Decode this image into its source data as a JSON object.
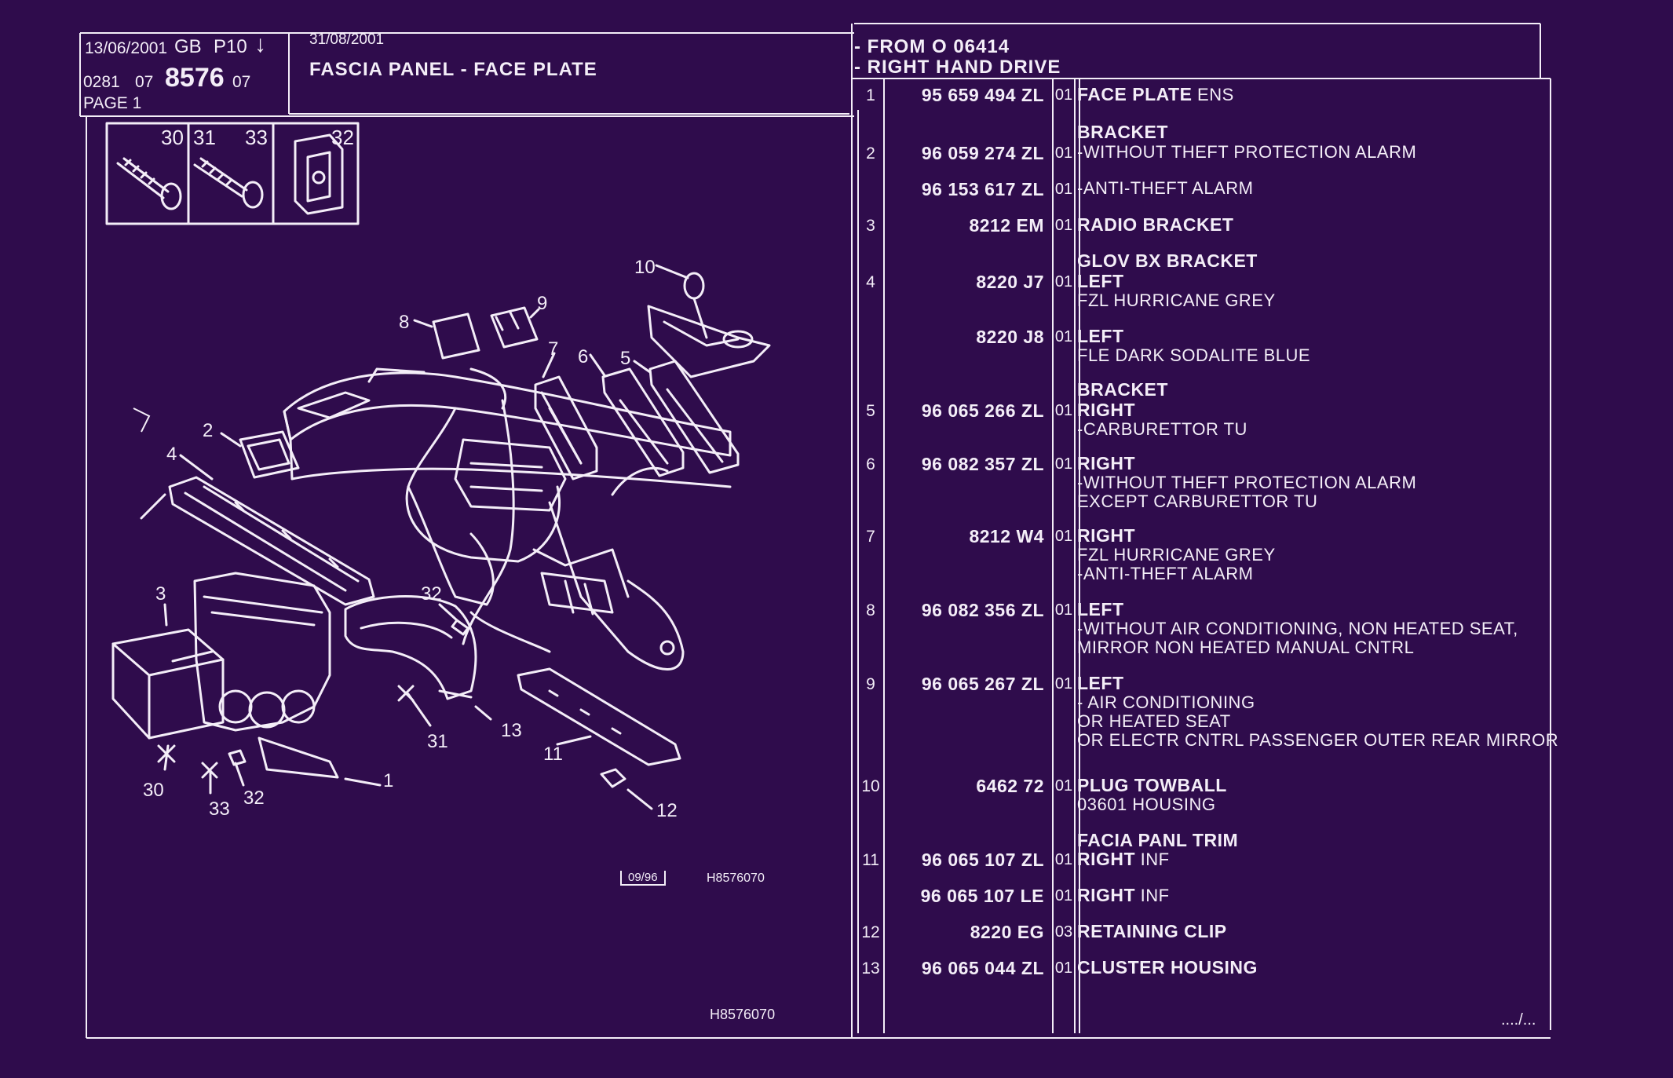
{
  "header": {
    "date_left": "13/06/2001",
    "lang": "GB",
    "model": "P10",
    "catalog_prefix": "0281",
    "catalog_a": "07",
    "catalog_main": "8576",
    "catalog_b": "07",
    "page": "PAGE 1",
    "date_right": "31/08/2001",
    "title": "FASCIA PANEL - FACE PLATE",
    "from_line": "- FROM O 06414",
    "drive_line": "- RIGHT HAND DRIVE"
  },
  "diagram": {
    "screw_box_labels": [
      "30",
      "31",
      "33",
      "32"
    ],
    "callouts": [
      "1",
      "2",
      "3",
      "4",
      "5",
      "6",
      "7",
      "8",
      "9",
      "10",
      "11",
      "12",
      "13",
      "30",
      "31",
      "32",
      "32",
      "33"
    ],
    "stamp": "09/96",
    "code_inline": "H8576070",
    "code_bottom": "H8576070"
  },
  "parts": [
    {
      "no": "1",
      "ref": "95 659 494 ZL",
      "qty": "01",
      "lines": [
        {
          "b": "FACE PLATE",
          "t": " ENS"
        }
      ]
    },
    {
      "no": "",
      "ref": "",
      "qty": "",
      "lines": [
        {
          "b": "BRACKET",
          "t": ""
        }
      ]
    },
    {
      "no": "2",
      "ref": "96 059 274 ZL",
      "qty": "01",
      "lines": [
        {
          "b": "",
          "t": "-WITHOUT THEFT PROTECTION ALARM"
        }
      ]
    },
    {
      "no": "",
      "ref": "96 153 617 ZL",
      "qty": "01",
      "lines": [
        {
          "b": "",
          "t": "-ANTI-THEFT ALARM"
        }
      ]
    },
    {
      "no": "3",
      "ref": "8212 EM",
      "qty": "01",
      "lines": [
        {
          "b": "RADIO BRACKET",
          "t": ""
        }
      ]
    },
    {
      "no": "",
      "ref": "",
      "qty": "",
      "lines": [
        {
          "b": "GLOV BX BRACKET",
          "t": ""
        }
      ]
    },
    {
      "no": "4",
      "ref": "8220 J7",
      "qty": "01",
      "lines": [
        {
          "b": "LEFT",
          "t": ""
        },
        {
          "b": "",
          "t": "FZL HURRICANE GREY"
        }
      ]
    },
    {
      "no": "",
      "ref": "8220 J8",
      "qty": "01",
      "lines": [
        {
          "b": "LEFT",
          "t": ""
        },
        {
          "b": "",
          "t": "FLE DARK SODALITE BLUE"
        }
      ]
    },
    {
      "no": "",
      "ref": "",
      "qty": "",
      "lines": [
        {
          "b": "BRACKET",
          "t": ""
        }
      ]
    },
    {
      "no": "5",
      "ref": "96 065 266 ZL",
      "qty": "01",
      "lines": [
        {
          "b": "RIGHT",
          "t": ""
        },
        {
          "b": "",
          "t": "-CARBURETTOR TU"
        }
      ]
    },
    {
      "no": "6",
      "ref": "96 082 357 ZL",
      "qty": "01",
      "lines": [
        {
          "b": "RIGHT",
          "t": ""
        },
        {
          "b": "",
          "t": "-WITHOUT THEFT PROTECTION ALARM"
        },
        {
          "b": "",
          "t": "EXCEPT CARBURETTOR TU"
        }
      ]
    },
    {
      "no": "7",
      "ref": "8212 W4",
      "qty": "01",
      "lines": [
        {
          "b": "RIGHT",
          "t": ""
        },
        {
          "b": "",
          "t": "FZL HURRICANE GREY"
        },
        {
          "b": "",
          "t": "-ANTI-THEFT ALARM"
        }
      ]
    },
    {
      "no": "8",
      "ref": "96 082 356 ZL",
      "qty": "01",
      "lines": [
        {
          "b": "LEFT",
          "t": ""
        },
        {
          "b": "",
          "t": "-WITHOUT AIR CONDITIONING, NON HEATED SEAT,"
        },
        {
          "b": "",
          "t": "MIRROR NON HEATED MANUAL CNTRL"
        }
      ]
    },
    {
      "no": "9",
      "ref": "96 065 267 ZL",
      "qty": "01",
      "lines": [
        {
          "b": "LEFT",
          "t": ""
        },
        {
          "b": "",
          "t": "-    AIR CONDITIONING"
        },
        {
          "b": "",
          "t": "OR HEATED SEAT"
        },
        {
          "b": "",
          "t": "OR ELECTR CNTRL PASSENGER OUTER REAR MIRROR"
        }
      ]
    },
    {
      "no": "10",
      "ref": "6462 72",
      "qty": "01",
      "lines": [
        {
          "b": "PLUG TOWBALL",
          "t": ""
        },
        {
          "b": "",
          "t": "03601 HOUSING"
        }
      ]
    },
    {
      "no": "",
      "ref": "",
      "qty": "",
      "lines": [
        {
          "b": "FACIA PANL TRIM",
          "t": ""
        }
      ]
    },
    {
      "no": "11",
      "ref": "96 065 107 ZL",
      "qty": "01",
      "lines": [
        {
          "b": "RIGHT",
          "t": " INF"
        }
      ]
    },
    {
      "no": "",
      "ref": "96 065 107 LE",
      "qty": "01",
      "lines": [
        {
          "b": "RIGHT",
          "t": " INF"
        }
      ]
    },
    {
      "no": "12",
      "ref": "8220 EG",
      "qty": "03",
      "lines": [
        {
          "b": "RETAINING CLIP",
          "t": ""
        }
      ]
    },
    {
      "no": "13",
      "ref": "96 065 044 ZL",
      "qty": "01",
      "lines": [
        {
          "b": "CLUSTER HOUSING",
          "t": ""
        }
      ]
    }
  ],
  "continuation": "..../..."
}
